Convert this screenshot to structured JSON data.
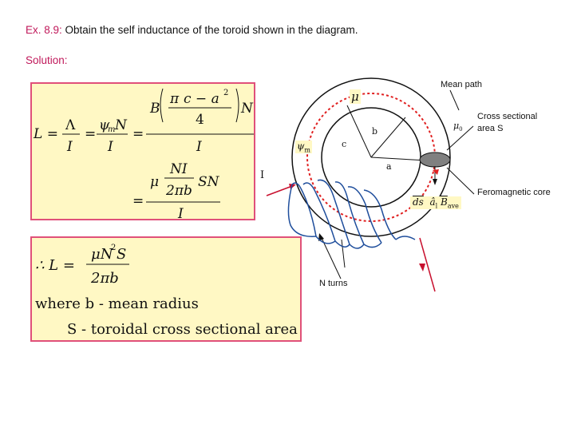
{
  "header": {
    "example_label": "Ex. 8.9:",
    "problem_text": " Obtain the self inductance of the toroid shown in the diagram."
  },
  "solution_label": "Solution:",
  "derivation": {
    "lhs": "L =",
    "lambda_over_i_num": "Λ",
    "lambda_over_i_den": "I",
    "eq1": "=",
    "psi_num_psi": "ψ",
    "psi_num_sub": "m",
    "psi_num_n": "N",
    "psi_den": "I",
    "eq2": "=",
    "big_num_b": "B",
    "big_num_pi": "π",
    "big_num_paren": "c − a",
    "big_num_sq": "2",
    "big_num_four": "4",
    "big_num_n": "N",
    "big_den": "I",
    "eq3": "=",
    "mu_frac_mu": "μ",
    "mu_frac_ni": "NI",
    "mu_frac_2pib": "2πb",
    "mu_frac_sn": "SN",
    "mu_den": "I"
  },
  "result": {
    "therefore": "∴ L =",
    "num": "μN",
    "num_sq": "2",
    "num_s": "S",
    "den": "2πb",
    "where_line": "where b - mean radius",
    "s_line": "S - toroidal cross sectional area"
  },
  "diagram": {
    "mu_label": "μ",
    "psi_label": "ψ",
    "psi_sub": "m",
    "b_label": "b",
    "c_label": "c",
    "a_label": "a",
    "current_label": "I",
    "mean_path": "Mean path",
    "mu0_label": "μ",
    "mu0_sub": "0",
    "cross_section_1": "Cross sectional",
    "cross_section_2": "area S",
    "ds_label": "ds",
    "al_label": "â",
    "al_sub": "l",
    "bave_label": "B",
    "bave_sub": "ave",
    "core_label": "Feromagnetic core",
    "turns_label": "N turns"
  },
  "colors": {
    "accent": "#c0185a",
    "box_border": "#e0507a",
    "box_fill": "#fff8c4",
    "mean_path": "#e02020",
    "coil": "#1f4e9c",
    "arrow": "#c8102e"
  }
}
